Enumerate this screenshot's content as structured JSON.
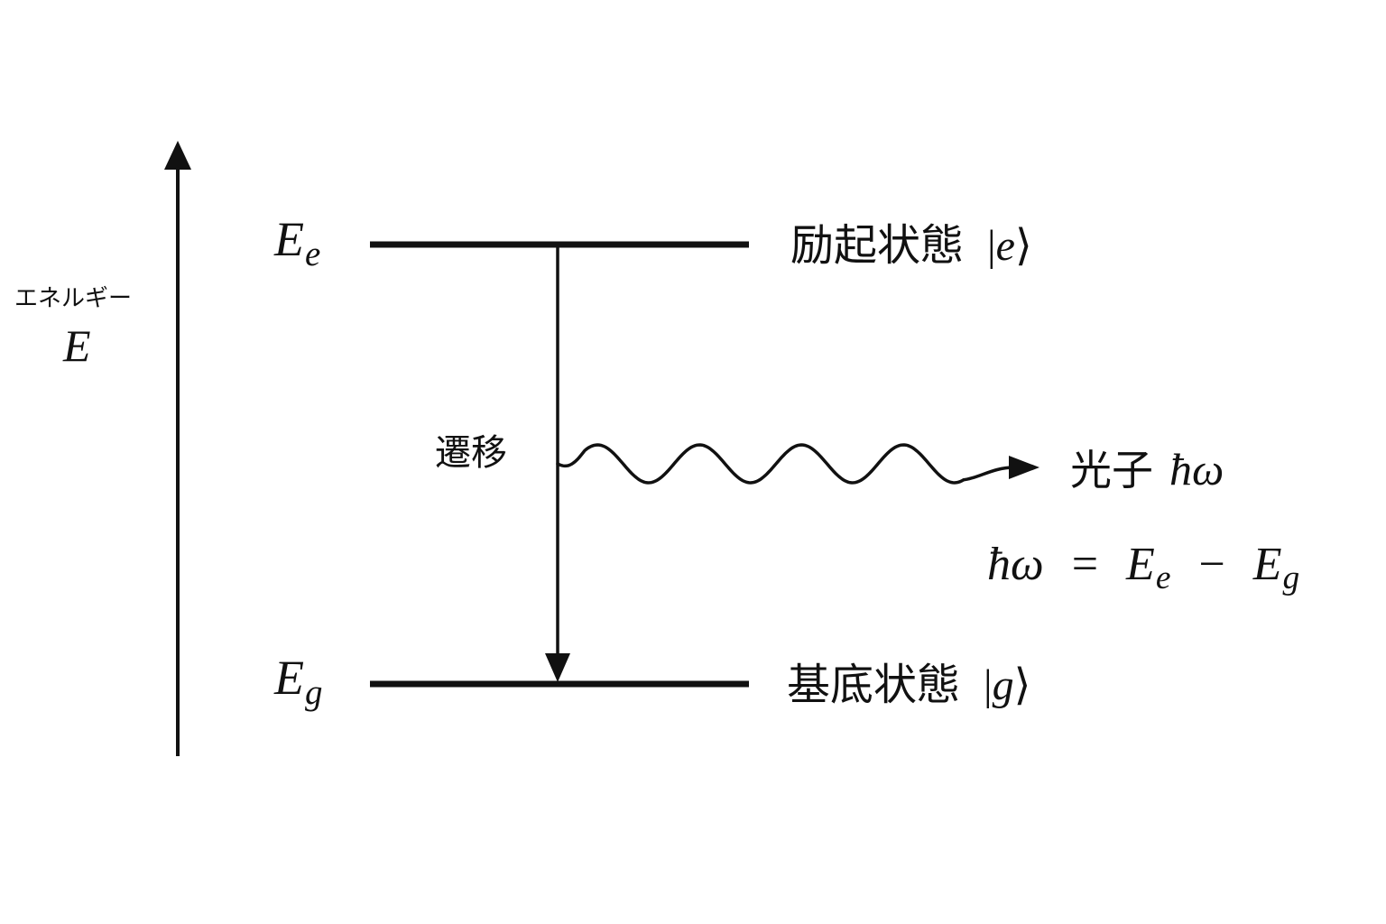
{
  "axis": {
    "title_jp": "エネルギー",
    "symbol": "E"
  },
  "levels": {
    "excited": {
      "symbol": "E",
      "subscript": "e",
      "state_name": "励起状態",
      "ket_symbol": "e"
    },
    "ground": {
      "symbol": "E",
      "subscript": "g",
      "state_name": "基底状態",
      "ket_symbol": "g"
    }
  },
  "transition": {
    "label": "遷移"
  },
  "photon": {
    "label": "光子",
    "symbol": "ħω"
  },
  "equation": {
    "lhs": "ħω",
    "eq": "=",
    "e1": "E",
    "e1_sub": "e",
    "minus": "−",
    "e2": "E",
    "e2_sub": "g"
  },
  "colors": {
    "line": "#111111",
    "background": "#ffffff"
  }
}
